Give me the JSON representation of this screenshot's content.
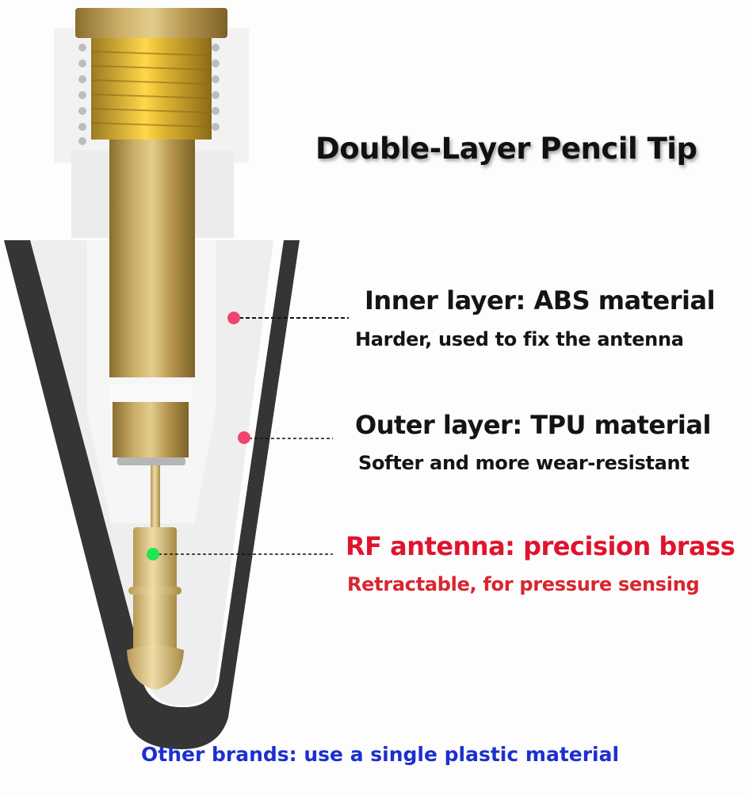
{
  "title": "Double-Layer Pencil Tip",
  "callouts": [
    {
      "heading": "Inner layer: ABS material",
      "detail": "Harder, used to fix the antenna",
      "dot_color": "#f0446e",
      "text_color": "#141414"
    },
    {
      "heading": "Outer layer: TPU material",
      "detail": "Softer and more wear-resistant",
      "dot_color": "#f0446e",
      "text_color": "#141414"
    },
    {
      "heading": "RF antenna: precision brass",
      "detail": "Retractable, for pressure sensing",
      "dot_color": "#1ee850",
      "text_color": "#e0142d"
    }
  ],
  "footer_note": "Other brands: use a single plastic material",
  "colors": {
    "outer_layer": "#333333",
    "inner_layer": "#ececec",
    "brass": "#c9a85a",
    "footer_text": "#1d2fd0"
  }
}
